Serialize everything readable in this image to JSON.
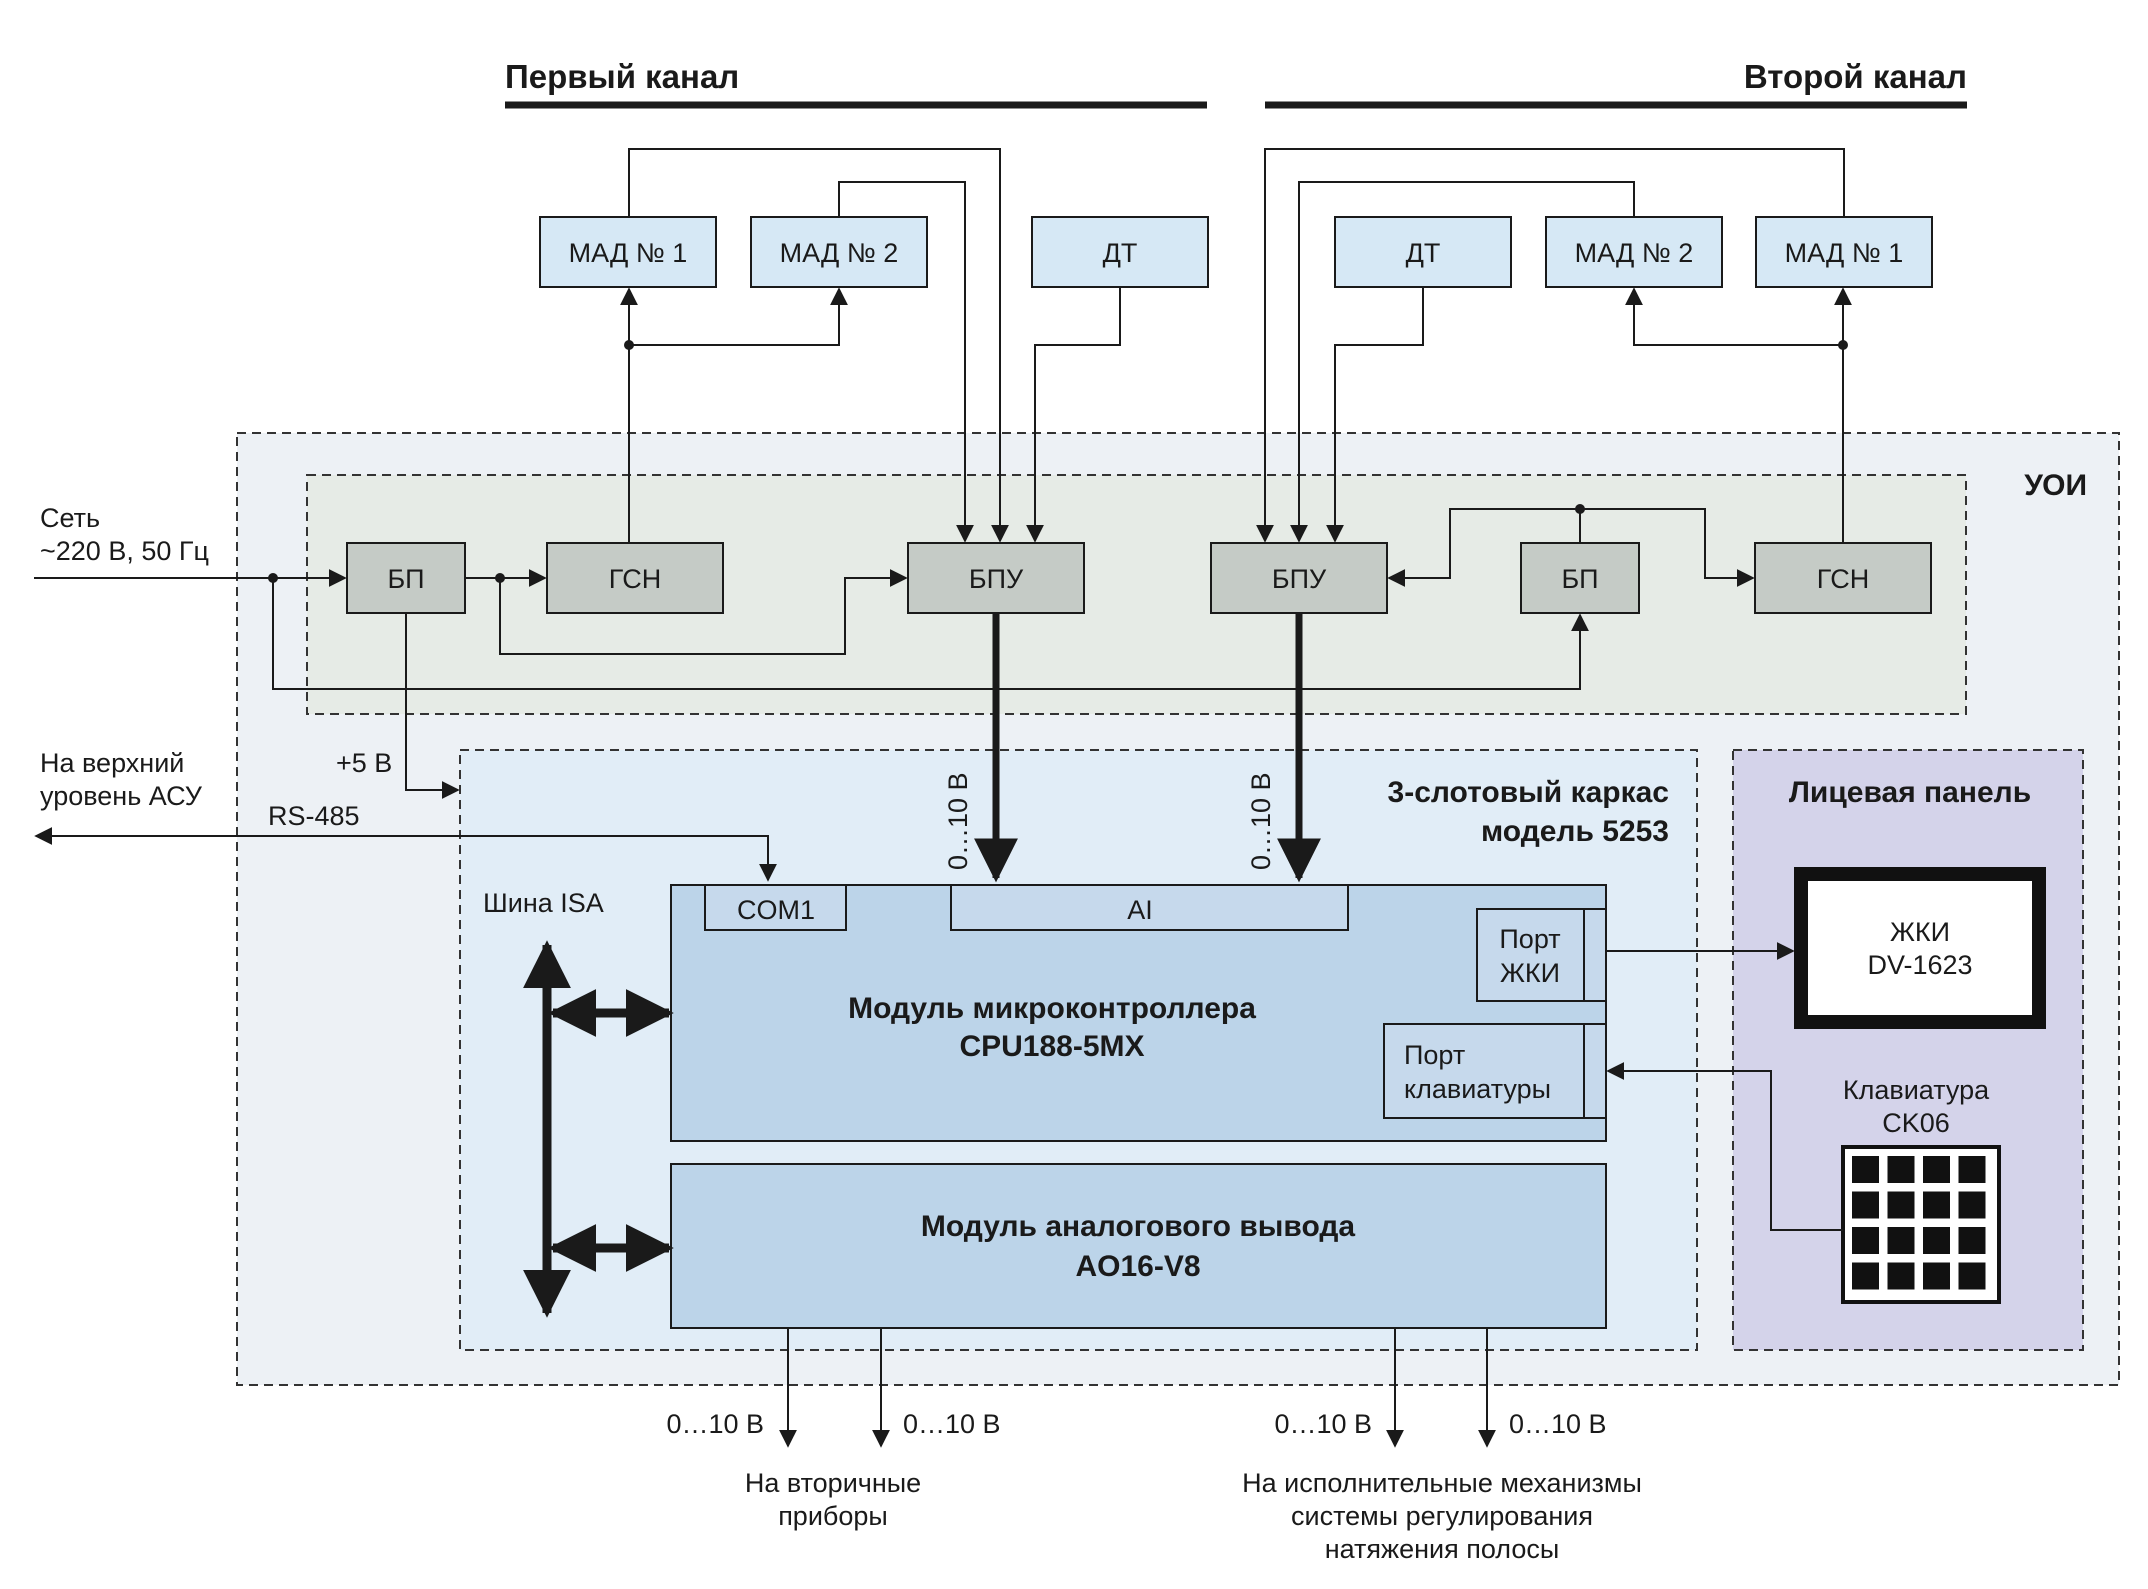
{
  "colors": {
    "sensor_box": "#d6e8f5",
    "power_box": "#c5cbc6",
    "uoi_bg": "#edf1f5",
    "inner_block_bg": "#e6ebe6",
    "rack_bg": "#e1edf7",
    "front_panel_bg": "#d4d3ea",
    "module_bg": "#bcd4e9",
    "line": "#1a1a1a"
  },
  "channels": {
    "first": "Первый канал",
    "second": "Второй канал"
  },
  "sensors": {
    "mad1": "МАД № 1",
    "mad2": "МАД № 2",
    "dt": "ДТ"
  },
  "blocks": {
    "bp": "БП",
    "gsn": "ГСН",
    "bpu": "БПУ",
    "uoi": "УОИ"
  },
  "inputs": {
    "mains_line1": "Сеть",
    "mains_line2": "~220 В, 50 Гц",
    "plus5v": "+5 В",
    "asu_line1": "На верхний",
    "asu_line2": "уровень АСУ",
    "rs485": "RS-485",
    "range": "0…10 В"
  },
  "rack": {
    "title_line1": "3-слотовый каркас",
    "title_line2": "модель 5253",
    "bus": "Шина ISA"
  },
  "cpu_module": {
    "com1": "COM1",
    "ai": "AI",
    "title_line1": "Модуль микроконтроллера",
    "title_line2": "CPU188-5MX",
    "lcd_port_line1": "Порт",
    "lcd_port_line2": "ЖКИ",
    "kbd_port_line1": "Порт",
    "kbd_port_line2": "клавиатуры"
  },
  "ao_module": {
    "title_line1": "Модуль аналогового вывода",
    "title_line2": "AO16-V8"
  },
  "front_panel": {
    "title": "Лицевая панель",
    "lcd_line1": "ЖКИ",
    "lcd_line2": "DV-1623",
    "kbd_line1": "Клавиатура",
    "kbd_line2": "CK06"
  },
  "outputs": {
    "range": "0…10 В",
    "secondary_line1": "На вторичные",
    "secondary_line2": "приборы",
    "actuators_line1": "На исполнительные механизмы",
    "actuators_line2": "системы регулирования",
    "actuators_line3": "натяжения полосы"
  }
}
